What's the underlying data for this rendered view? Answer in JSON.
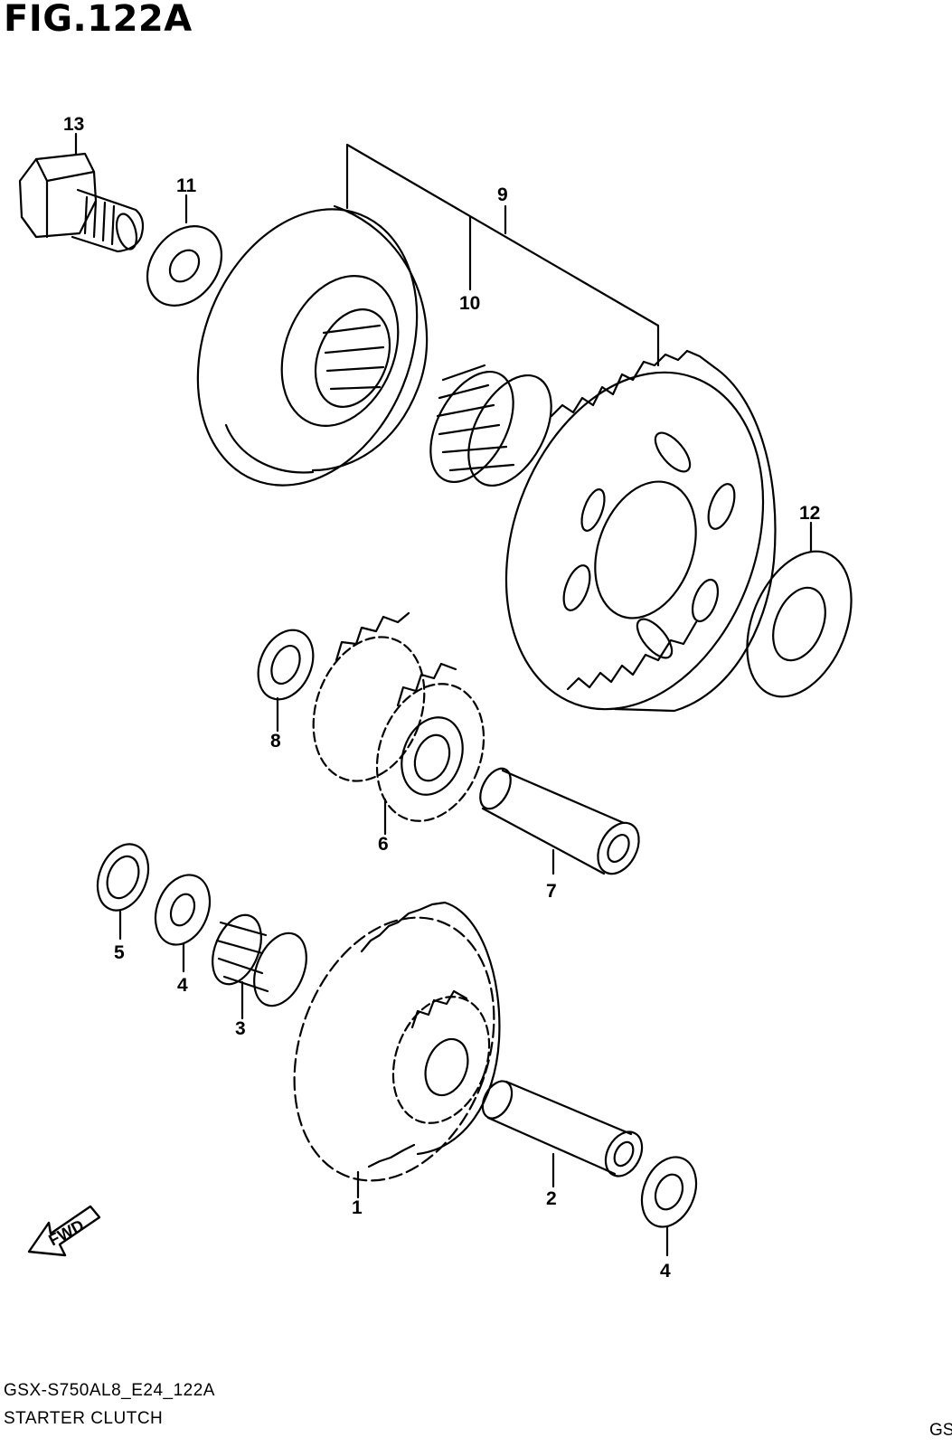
{
  "figure": {
    "title": "FIG.122A",
    "model_code": "GSX-S750AL8_E24_122A",
    "group_name": "STARTER CLUTCH",
    "corner_text": "GS"
  },
  "fwd_label": "FWD",
  "part_labels": {
    "p1": "1",
    "p2": "2",
    "p3": "3",
    "p4a": "4",
    "p4b": "4",
    "p5": "5",
    "p6": "6",
    "p7": "7",
    "p8": "8",
    "p9": "9",
    "p10": "10",
    "p11": "11",
    "p12": "12",
    "p13": "13"
  }
}
